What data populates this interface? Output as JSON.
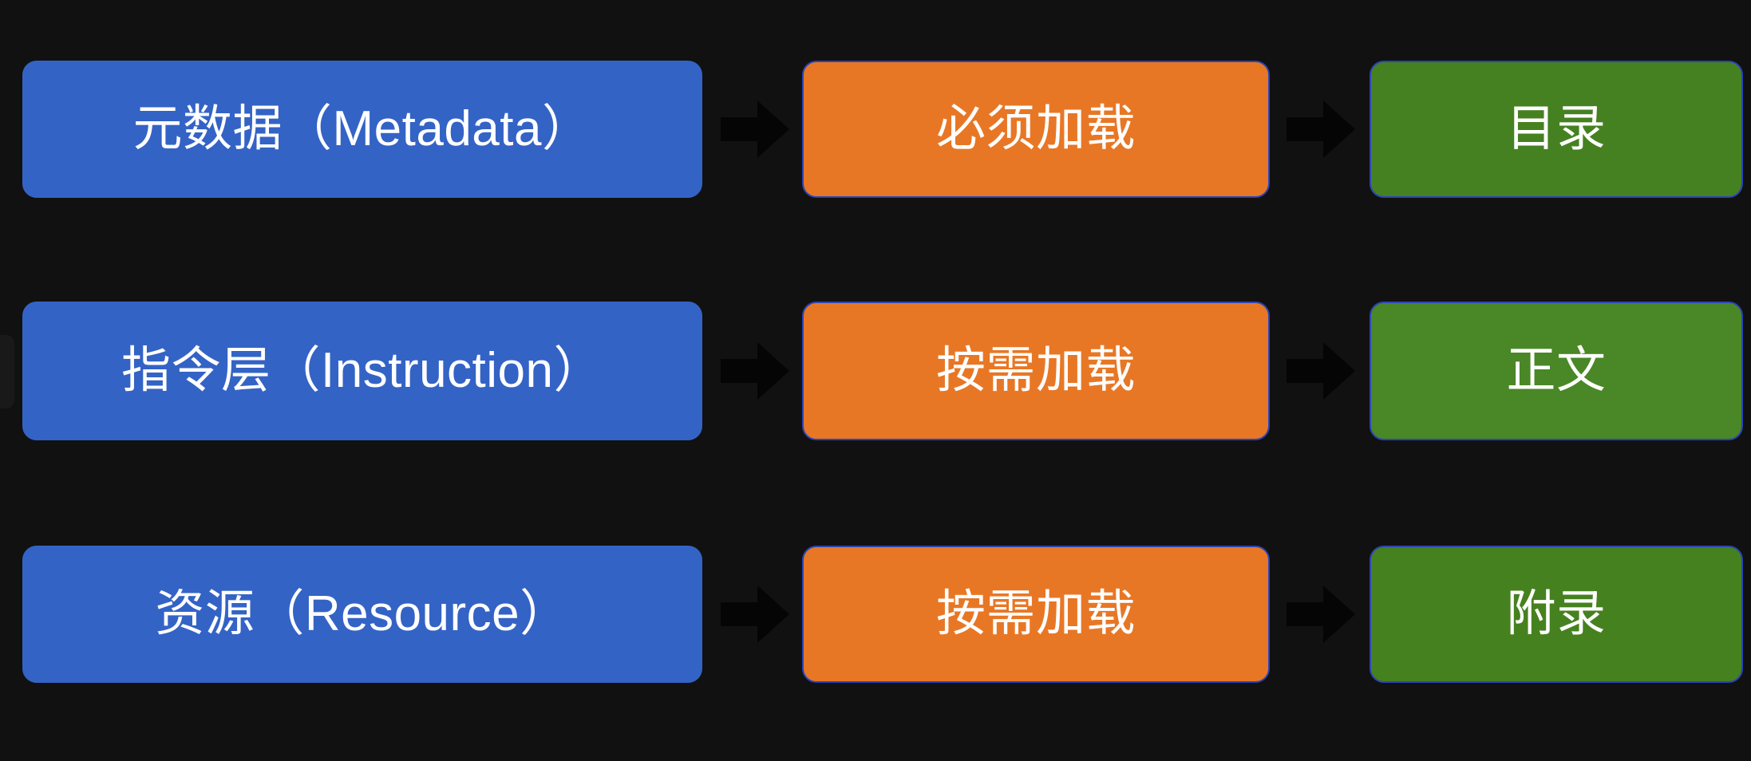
{
  "background_color": "#111111",
  "colors": {
    "blue": "#3463c6",
    "orange": "#e87725",
    "green": "#468121",
    "border_blue": "#2b44b8",
    "arrow": "#050505",
    "text": "#ffffff"
  },
  "diagram": {
    "type": "flow",
    "arrow_glyph": "right-arrow",
    "rows": [
      {
        "layer": "元数据（Metadata）",
        "loading": "必须加载",
        "section": "目录"
      },
      {
        "layer": "指令层（Instruction）",
        "loading": "按需加载",
        "section": "正文"
      },
      {
        "layer": "资源（Resource）",
        "loading": "按需加载",
        "section": "附录"
      }
    ]
  }
}
